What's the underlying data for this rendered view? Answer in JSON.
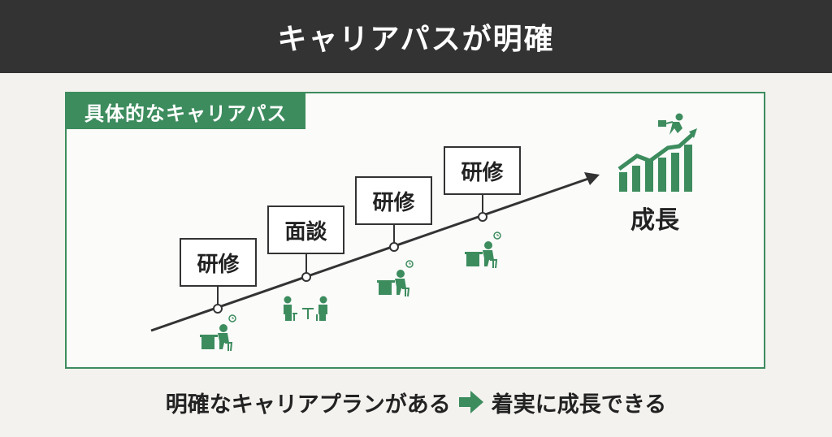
{
  "header": {
    "title": "キャリアパスが明確"
  },
  "panel": {
    "tab_label": "具体的なキャリアパス"
  },
  "steps": [
    {
      "label": "研修"
    },
    {
      "label": "面談"
    },
    {
      "label": "研修"
    },
    {
      "label": "研修"
    }
  ],
  "goal": {
    "label": "成長",
    "icon": "growth-chart-runner-icon"
  },
  "icons": [
    "desk-worker-icon",
    "meeting-icon",
    "desk-worker-icon",
    "desk-worker-icon"
  ],
  "footer": {
    "left": "明確なキャリアプランがある",
    "right": "着実に成長できる",
    "arrow_icon": "right-arrow-icon"
  },
  "colors": {
    "accent": "#3d8c5e",
    "header_bg": "#333333",
    "background": "#f3f2ee"
  }
}
